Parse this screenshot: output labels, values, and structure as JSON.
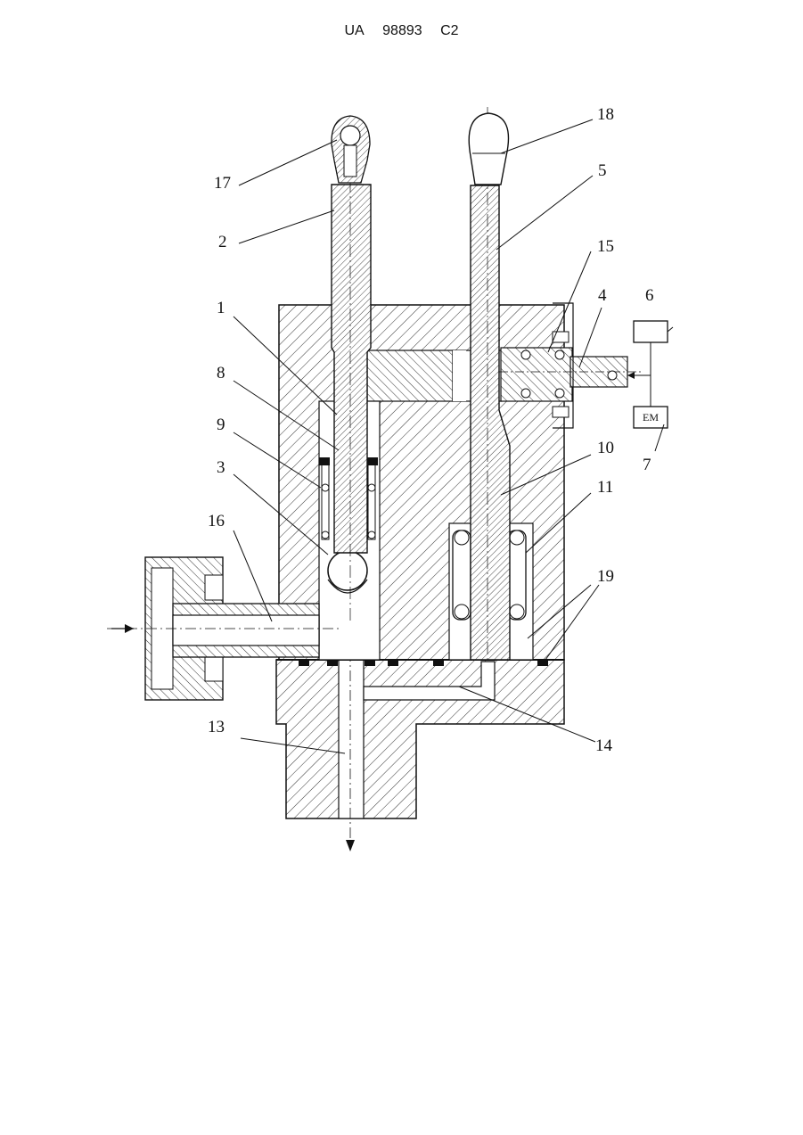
{
  "header": {
    "country": "UA",
    "number": "98893",
    "kind": "C2"
  },
  "labels": {
    "l1": "1",
    "l2": "2",
    "l3": "3",
    "l4": "4",
    "l5": "5",
    "l6": "6",
    "l7": "7",
    "l8": "8",
    "l9": "9",
    "l10": "10",
    "l11": "11",
    "l13": "13",
    "l14": "14",
    "l15": "15",
    "l16": "16",
    "l17": "17",
    "l18": "18",
    "l19": "19"
  },
  "box_text": {
    "em": "EM"
  }
}
